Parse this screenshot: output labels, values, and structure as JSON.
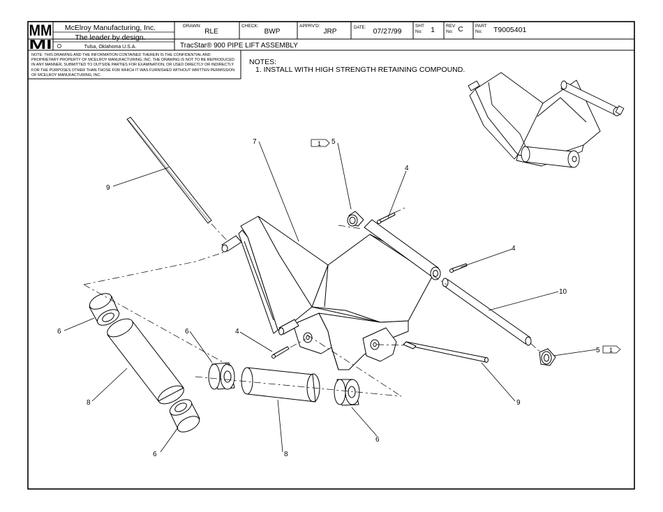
{
  "logo": {
    "top": "MM",
    "bottom": "MI"
  },
  "company": {
    "name": "McElroy Manufacturing, Inc.",
    "slogan": "The leader by design.",
    "city": "Tulsa, Oklahoma U.S.A."
  },
  "title_block": {
    "drawn_label": "DRAWN:",
    "drawn_value": "RLE",
    "check_label": "CHECK:",
    "check_value": "BWP",
    "apprvd_label": "APPRV'D:",
    "apprvd_value": "JRP",
    "date_label": "DATE:",
    "date_value": "07/27/99",
    "sht_label_1": "SHT",
    "sht_label_2": "No:",
    "sht_value": "1",
    "rev_label_1": "REV",
    "rev_label_2": "No:",
    "rev_value": "C",
    "part_label_1": "PART",
    "part_label_2": "No:",
    "part_value": "T9005401"
  },
  "drawing_title": "TracStar® 900 PIPE LIFT ASSEMBLY",
  "confidential_note": "NOTE: THIS DRAWING AND THE INFORMATION CONTAINED THEREIN IS THE CONFIDENTIAL AND PROPRIETARY PROPERTY OF McElroy Manufacturing, Inc. THE DRAWING IS NOT TO BE REPRODUCED IN ANY MANNER, SUBMITTED TO OUTSIDE PARTIES FOR EXAMINATION, OR USED DIRECTLY OR INDIRECTLY FOR THE PURPOSES OTHER THAN THOSE FOR WHICH IT WAS FURNISHED WITHOUT WRITTEN PERMISSION OF McElroy Manufacturing, Inc.",
  "notes": {
    "heading": "NOTES:",
    "items": [
      "1. INSTALL WITH HIGH STRENGTH RETAINING COMPOUND."
    ]
  },
  "balloons": {
    "item_9_top": "9",
    "item_7": "7",
    "item_5_top": "5",
    "flag_top": "1",
    "item_4_top": "4",
    "item_4_right": "4",
    "item_10": "10",
    "item_5_right": "5",
    "flag_right": "1",
    "item_9_bottom": "9",
    "item_4_left": "4",
    "item_6_upper_left": "6",
    "item_6_mid": "6",
    "item_8_left": "8",
    "item_8_mid": "8",
    "item_6_lower_left": "6",
    "item_6_right": "6"
  }
}
